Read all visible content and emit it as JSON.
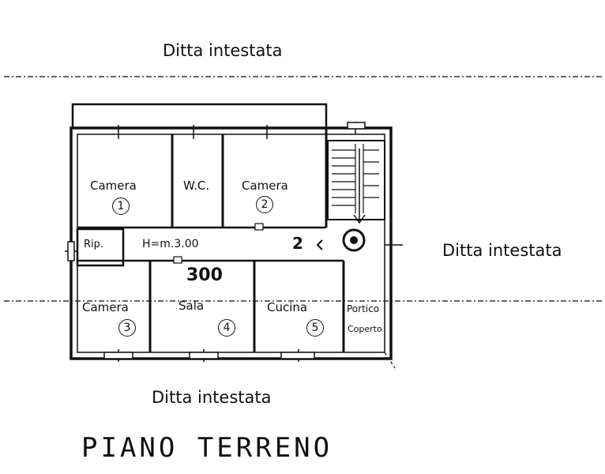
{
  "owner_label_top": "Ditta intestata",
  "owner_label_right": "Ditta intestata",
  "owner_label_bottom": "Ditta intestata",
  "floor_title": "PIANO TERRENO",
  "height_note": "H=m.3.00",
  "handwritten_number": "300",
  "stair_number": "2",
  "rooms": [
    {
      "label": "Camera",
      "number": "1"
    },
    {
      "label": "W.C.",
      "number": ""
    },
    {
      "label": "Camera",
      "number": "2"
    },
    {
      "label": "Rip.",
      "number": ""
    },
    {
      "label": "Camera",
      "number": "3"
    },
    {
      "label": "Sala",
      "number": "4"
    },
    {
      "label": "Cucina",
      "number": "5"
    },
    {
      "label": "Portico",
      "number": ""
    },
    {
      "label": "Coperto",
      "number": ""
    }
  ],
  "colors": {
    "ink": "#111111",
    "paper": "#ffffff"
  }
}
